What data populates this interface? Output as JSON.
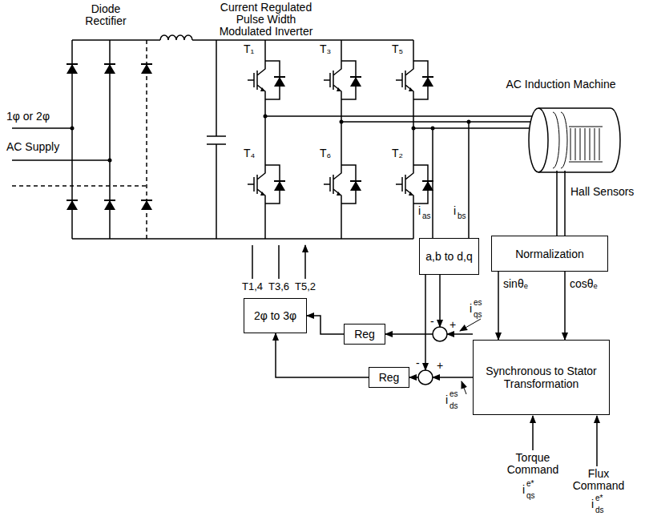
{
  "diagram": {
    "nodes": [
      {
        "text": [
          "a,b to d,q"
        ]
      },
      {
        "text": [
          "Normalization"
        ]
      },
      {
        "text": [
          "2φ to 3φ"
        ]
      },
      {
        "text": [
          "Reg"
        ]
      },
      {
        "text": [
          "Reg"
        ]
      },
      {
        "text": [
          "Synchronous to Stator Transformation"
        ]
      }
    ],
    "edges": [
      {
        "from": 1,
        "to": 5,
        "label": "sinθₑ",
        "arrow": "to"
      },
      {
        "from": 1,
        "to": 5,
        "label": "cosθₑ",
        "arrow": "to"
      },
      {
        "from": 3,
        "to": 2,
        "arrow": "to"
      },
      {
        "from": 4,
        "to": 2,
        "arrow": "to"
      }
    ],
    "labels": [
      "Diode Rectifier",
      "Current Regulated Pulse Width Modulated Inverter",
      "1φ or 2φ",
      "AC Supply",
      "T₁",
      "T₃",
      "T₅",
      "T₄",
      "T₆",
      "T₂",
      "AC Induction Machine",
      "Hall Sensors",
      "i",
      "as",
      "i",
      "bs",
      "T1,4",
      "T3,6",
      "T5,2",
      "-",
      "+",
      "-",
      "+",
      "i",
      "qs",
      "es",
      "i",
      "ds",
      "es",
      "Torque Command",
      "i",
      "qs",
      "e*",
      "Flux Command",
      "i",
      "ds",
      "e*"
    ]
  }
}
